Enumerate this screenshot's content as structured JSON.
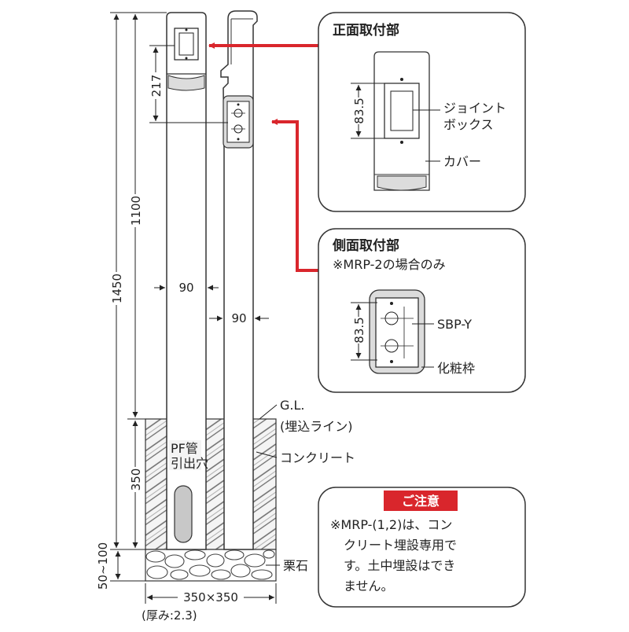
{
  "dimensions": {
    "total_height": "1450",
    "above_ground": "1100",
    "box_height": "217",
    "pole_width_left": "90",
    "pole_width_right": "90",
    "concrete_depth": "350",
    "gravel_depth": "50~100",
    "foundation_size": "350×350",
    "thickness": "(厚み:2.3)"
  },
  "ground": {
    "gl_label": "G.L.",
    "gl_sub": "(埋込ライン)",
    "concrete": "コンクリート",
    "gravel": "栗石",
    "pipe_label_1": "PF管",
    "pipe_label_2": "引出穴"
  },
  "front_detail": {
    "title": "正面取付部",
    "dim": "83.5",
    "label_box_1": "ジョイント",
    "label_box_2": "ボックス",
    "label_cover": "カバー"
  },
  "side_detail": {
    "title": "側面取付部",
    "note": "※MRP-2の場合のみ",
    "dim": "83.5",
    "label_sbp": "SBP-Y",
    "label_frame": "化粧枠"
  },
  "caution": {
    "title": "ご注意",
    "line1": "※MRP-(1,2)は、コン",
    "line2": "クリート埋設専用で",
    "line3": "す。土中埋設はでき",
    "line4": "ません。"
  },
  "colors": {
    "arrow": "#d9262c",
    "caution_bg": "#d9262c",
    "pole_fill": "#ffffff",
    "hatch": "#555555",
    "pipe_hole": "#c8c8c8"
  }
}
